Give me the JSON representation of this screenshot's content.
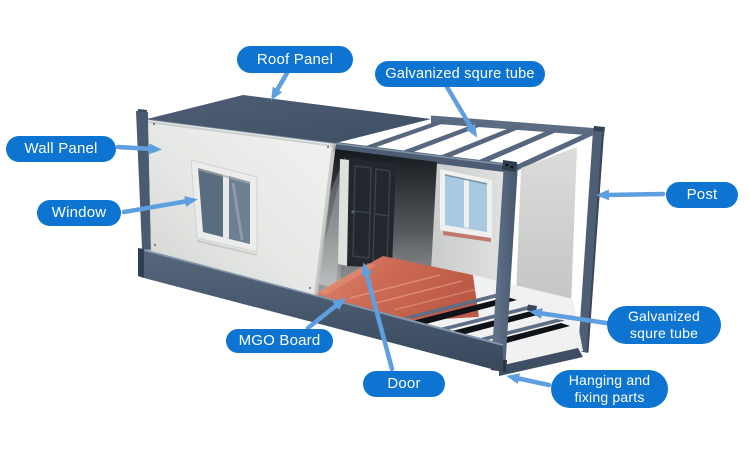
{
  "callouts": {
    "roof_panel": {
      "label": "Roof Panel"
    },
    "galvanized_tube_top": {
      "label": "Galvanized squre tube"
    },
    "wall_panel": {
      "label": "Wall Panel"
    },
    "window": {
      "label": "Window"
    },
    "post": {
      "label": "Post"
    },
    "mgo_board": {
      "label": "MGO Board"
    },
    "door": {
      "label": "Door"
    },
    "galvanized_tube_bottom": {
      "line1": "Galvanized",
      "line2": "squre tube"
    },
    "hanging_fixing_parts": {
      "line1": "Hanging and",
      "line2": "fixing parts"
    }
  },
  "colors": {
    "label_background": "#0d74d1",
    "label_text": "#ffffff",
    "arrow_color": "#5f9fe0",
    "steel_frame": "#506077",
    "roof_panel": "#46566c",
    "wall_panel": "#e9ebe8",
    "mgo_board_floor": "#ca6553",
    "front_window_glass": "#5a6c80",
    "interior_window_glass": "#a9c8e1"
  }
}
